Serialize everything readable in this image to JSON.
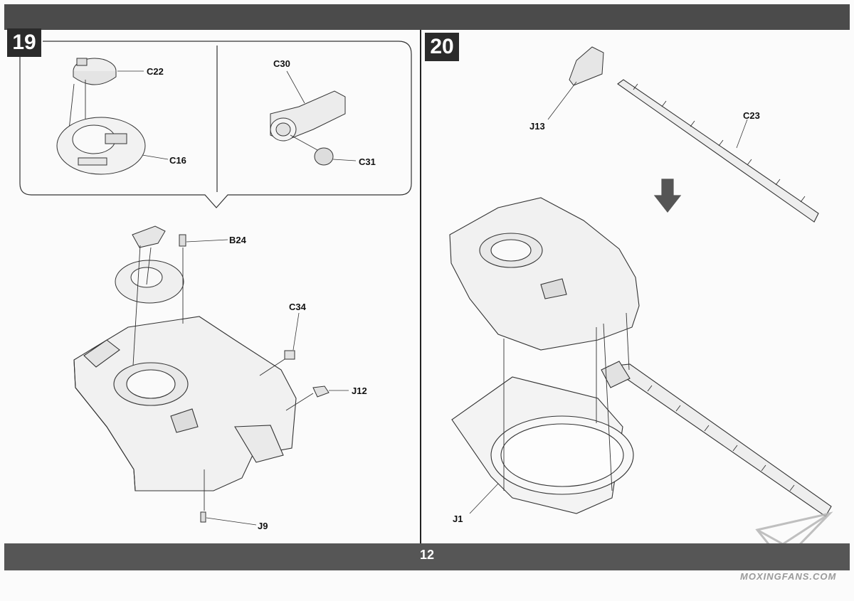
{
  "page": {
    "number": "12"
  },
  "step19": {
    "number": "19",
    "labels": {
      "c22": "C22",
      "c16": "C16",
      "c30": "C30",
      "c31": "C31",
      "b24": "B24",
      "c34": "C34",
      "j12": "J12",
      "j9": "J9"
    }
  },
  "step20": {
    "number": "20",
    "labels": {
      "j13": "J13",
      "c23": "C23",
      "j1": "J1"
    }
  },
  "watermark": {
    "text": "MOXINGFANS.COM"
  }
}
